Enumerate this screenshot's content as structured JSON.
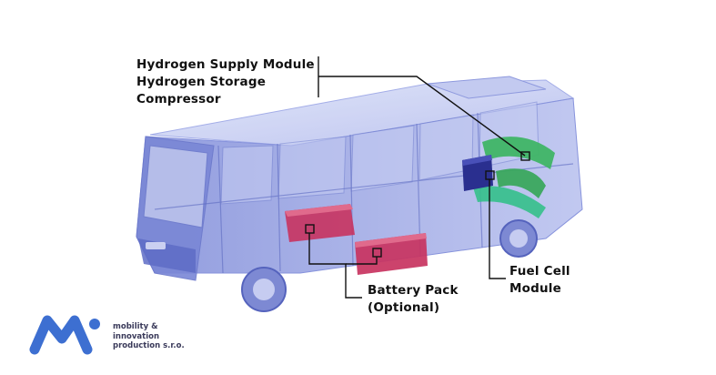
{
  "labels": {
    "supply_module": "Hydrogen Supply Module",
    "storage": "Hydrogen Storage",
    "compressor": "Compressor",
    "fuel_cell_line1": "Fuel Cell",
    "fuel_cell_line2": "Module",
    "battery_line1": "Battery Pack",
    "battery_line2": "(Optional)"
  },
  "logo": {
    "line1": "mobility &",
    "line2": "innovation",
    "line3": "production s.r.o."
  },
  "colors": {
    "bus_body": "#6f7fd6",
    "battery": "#c8335f",
    "hydrogen_tanks": "#3fb565",
    "fuel_cell": "#2a2f8f",
    "logo_blue": "#3d6fd1"
  }
}
